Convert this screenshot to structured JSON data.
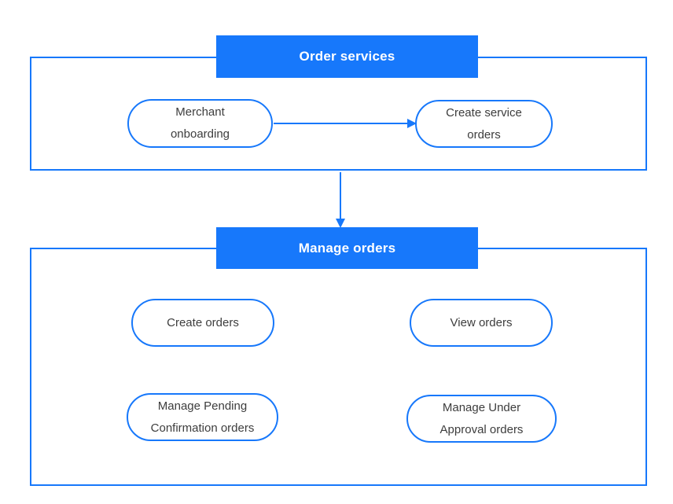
{
  "colors": {
    "accent": "#1778fb",
    "node_text": "#3d3d3d",
    "background": "#ffffff",
    "header_text": "#ffffff"
  },
  "sections": [
    {
      "title": "Order services",
      "nodes": [
        {
          "label": "Merchant onboarding"
        },
        {
          "label": "Create service orders"
        }
      ]
    },
    {
      "title": "Manage orders",
      "nodes": [
        {
          "label": "Create orders"
        },
        {
          "label": "View orders"
        },
        {
          "label": "Manage Pending Confirmation orders"
        },
        {
          "label": "Manage Under Approval orders"
        }
      ]
    }
  ],
  "connections": [
    {
      "from": "Merchant onboarding",
      "to": "Create service orders",
      "type": "arrow"
    },
    {
      "from": "Order services",
      "to": "Manage orders",
      "type": "arrow"
    }
  ]
}
